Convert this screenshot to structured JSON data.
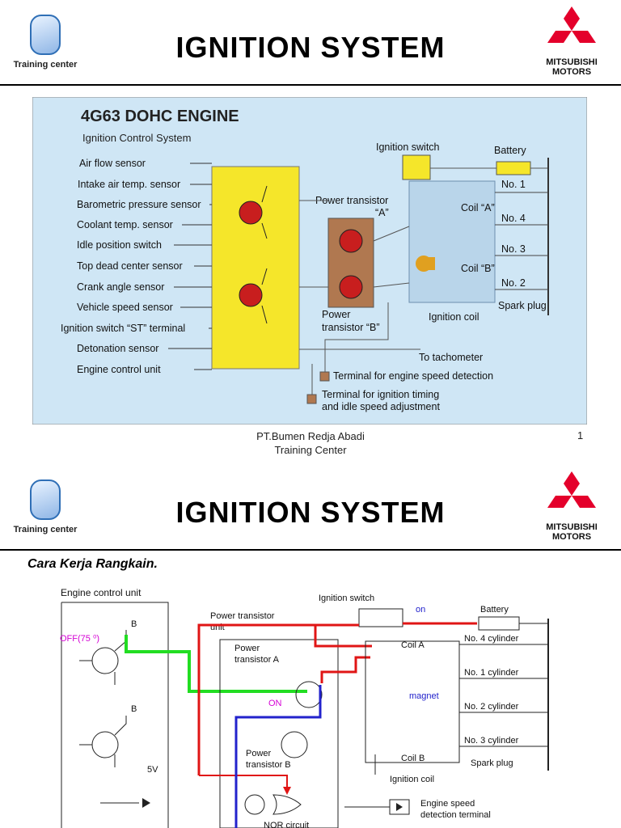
{
  "slide1": {
    "logo_caption": "Training center",
    "title": "IGNITION SYSTEM",
    "brand_line1": "MITSUBISHI",
    "brand_line2": "MOTORS",
    "diagram": {
      "heading": "4G63 DOHC ENGINE",
      "subheading": "Ignition Control System",
      "inputs": [
        "Air flow sensor",
        "Intake air temp. sensor",
        "Barometric pressure sensor",
        "Coolant temp. sensor",
        "Idle position switch",
        "Top dead center sensor",
        "Crank angle sensor",
        "Vehicle speed sensor",
        "Ignition switch “ST” terminal",
        "Detonation sensor",
        "Engine control unit"
      ],
      "ignition_switch": "Ignition switch",
      "battery": "Battery",
      "power_transistor_a": [
        "Power transistor",
        "“A”"
      ],
      "power_transistor_b": [
        "Power",
        "transistor “B”"
      ],
      "coil_a": "Coil “A”",
      "coil_b": "Coil “B”",
      "ignition_coil": "Ignition coil",
      "cylinders": [
        "No. 1",
        "No. 4",
        "No. 3",
        "No. 2"
      ],
      "spark_plug": "Spark plug",
      "to_tachometer": "To tachometer",
      "terminal_speed": "Terminal for engine speed detection",
      "terminal_timing": [
        "Terminal for ignition timing",
        "and idle speed adjustment"
      ]
    },
    "footer": [
      "PT.Bumen Redja Abadi",
      "Training Center"
    ],
    "page_number": "1"
  },
  "slide2": {
    "logo_caption": "Training center",
    "title": "IGNITION SYSTEM",
    "brand_line1": "MITSUBISHI",
    "brand_line2": "MOTORS",
    "subtitle": "Cara Kerja Rangkain.",
    "diagram": {
      "ecu": "Engine control unit",
      "off_label": "OFF(75 ⁰)",
      "b1": "B",
      "b2": "B",
      "v5": "5V",
      "on_label": "ON",
      "pt_unit": [
        "Power transistor",
        "unit"
      ],
      "pt_a": [
        "Power",
        "transistor A"
      ],
      "pt_b": [
        "Power",
        "transistor B"
      ],
      "nor": "NOR circuit",
      "ignition_switch": "Ignition switch",
      "on_switch": "on",
      "battery": "Battery",
      "coil_a": "Coil A",
      "coil_b": "Coil B",
      "magnet": "magnet",
      "cylinders": [
        "No. 4 cylinder",
        "No. 1 cylinder",
        "No. 2 cylinder",
        "No. 3 cylinder"
      ],
      "spark_plug": "Spark plug",
      "ignition_coil": "Ignition coil",
      "engine_speed": [
        "Engine speed",
        "detection terminal"
      ]
    }
  }
}
